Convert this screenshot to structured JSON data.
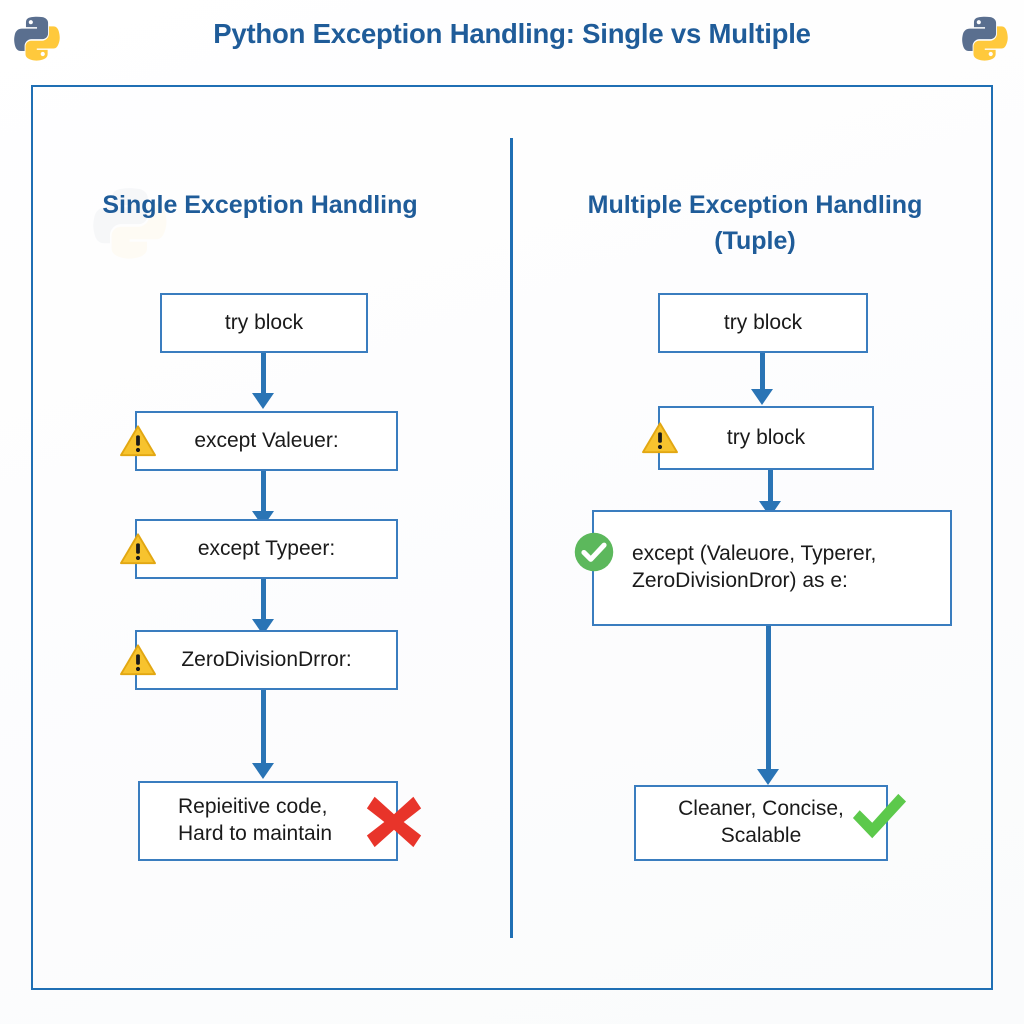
{
  "header": {
    "title": "Python Exception Handling: Single vs Multiple",
    "logo_left": "python-logo",
    "logo_right": "python-logo",
    "title_color": "#1F5C99"
  },
  "theme": {
    "frame_border": "#1F6FB4",
    "box_border": "#3A7DBF",
    "arrow": "#2A74B5",
    "heading": "#1F5C99",
    "warning": "#F2B418",
    "success": "#5CB85C",
    "error": "#E8342A",
    "background": "#ffffff"
  },
  "columns": [
    {
      "id": "single",
      "heading": "Single Exception Handling",
      "heading_line2": "",
      "nodes": [
        {
          "name": "try-block",
          "text": "try block",
          "badge": "none",
          "align": "center"
        },
        {
          "name": "except-value",
          "text": "except Valeuer:",
          "badge": "warning",
          "align": "center"
        },
        {
          "name": "except-type",
          "text": "except Typeer:",
          "badge": "warning",
          "align": "center"
        },
        {
          "name": "except-zerodiv",
          "text": "ZeroDivisionDrror:",
          "badge": "warning",
          "align": "center"
        },
        {
          "name": "outcome",
          "text_line1": "Repieitive code,",
          "text_line2": "Hard to maintain",
          "badge": "x-mark",
          "align": "left"
        }
      ]
    },
    {
      "id": "multiple",
      "heading": "Multiple Exception Handling",
      "heading_line2": "(Tuple)",
      "nodes": [
        {
          "name": "try-block",
          "text": "try block",
          "badge": "none",
          "align": "center"
        },
        {
          "name": "try-block-2",
          "text": "try block",
          "badge": "warning",
          "align": "center"
        },
        {
          "name": "except-tuple",
          "text_line1": "except (Valeuore, Typerer,",
          "text_line2": "ZeroDivisionDror) as e:",
          "badge": "check-circle",
          "align": "left"
        },
        {
          "name": "outcome",
          "text_line1": "Cleaner, Concise,",
          "text_line2": "Scalable",
          "badge": "tick",
          "align": "center"
        }
      ]
    }
  ],
  "icons": {
    "warning": "warning-triangle-icon",
    "check_circle": "check-circle-icon",
    "x_mark": "x-mark-icon",
    "tick": "checkmark-icon"
  }
}
